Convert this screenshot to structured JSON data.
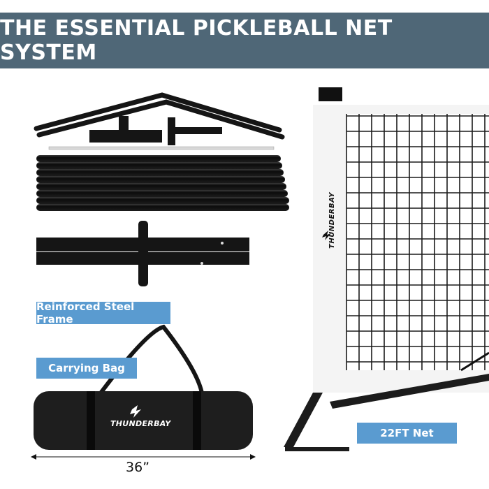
{
  "header": {
    "title": "THE ESSENTIAL PICKLEBALL NET SYSTEM"
  },
  "labels": {
    "frame": "Reinforced Steel Frame",
    "bag": "Carrying Bag",
    "net": "22FT Net",
    "bag_width": "36”"
  },
  "brand": {
    "name": "THUNDERBAY"
  },
  "colors": {
    "header_bg": "#4f6777",
    "callout_bg": "#5a9bd0",
    "frame": "#151515",
    "bag": "#1e1e1e"
  },
  "icons": {
    "brand_logo": "lightning-bolt-icon"
  }
}
